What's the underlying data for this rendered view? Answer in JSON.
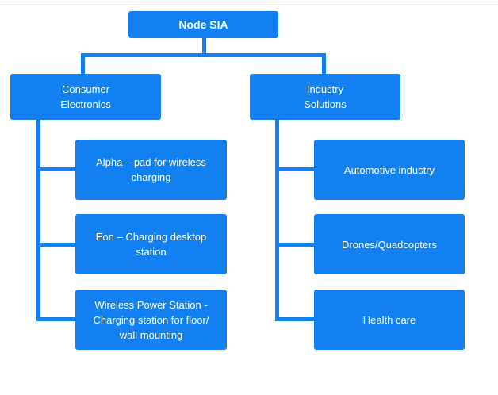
{
  "colors": {
    "node_fill": "#1280f0",
    "text": "#ffffff",
    "connector": "#1280f0"
  },
  "root": {
    "label": "Node SIA"
  },
  "branches": [
    {
      "label": "Consumer\nElectronics",
      "children": [
        "Alpha – pad for wireless\ncharging",
        "Eon – Charging desktop\nstation",
        "Wireless Power Station -\nCharging station for floor/\nwall mounting"
      ]
    },
    {
      "label": "Industry\nSolutions",
      "children": [
        "Automotive industry",
        "Drones/Quadcopters",
        "Health care"
      ]
    }
  ]
}
